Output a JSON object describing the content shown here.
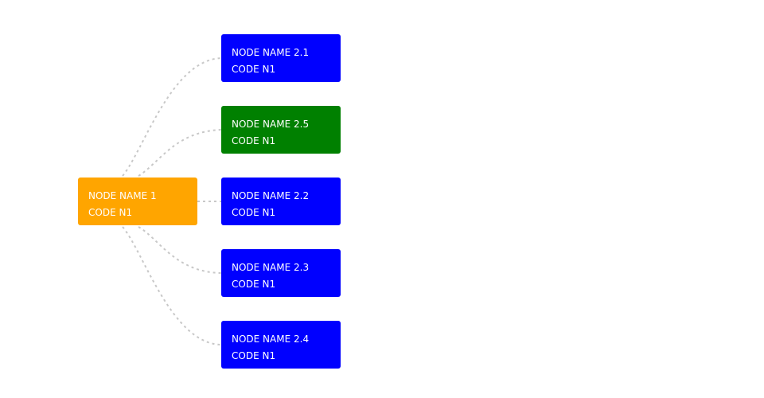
{
  "colors": {
    "root": "#ffa500",
    "default_child": "#0000ff",
    "highlight_child": "#008000",
    "link": "#c8c8c8"
  },
  "root": {
    "name": "NODE NAME 1",
    "code": "CODE N1",
    "color": "#ffa500"
  },
  "children": [
    {
      "name": "NODE NAME 2.1",
      "code": "CODE N1",
      "color": "#0000ff"
    },
    {
      "name": "NODE NAME 2.5",
      "code": "CODE N1",
      "color": "#008000"
    },
    {
      "name": "NODE NAME 2.2",
      "code": "CODE N1",
      "color": "#0000ff"
    },
    {
      "name": "NODE NAME 2.3",
      "code": "CODE N1",
      "color": "#0000ff"
    },
    {
      "name": "NODE NAME 2.4",
      "code": "CODE N1",
      "color": "#0000ff"
    }
  ]
}
